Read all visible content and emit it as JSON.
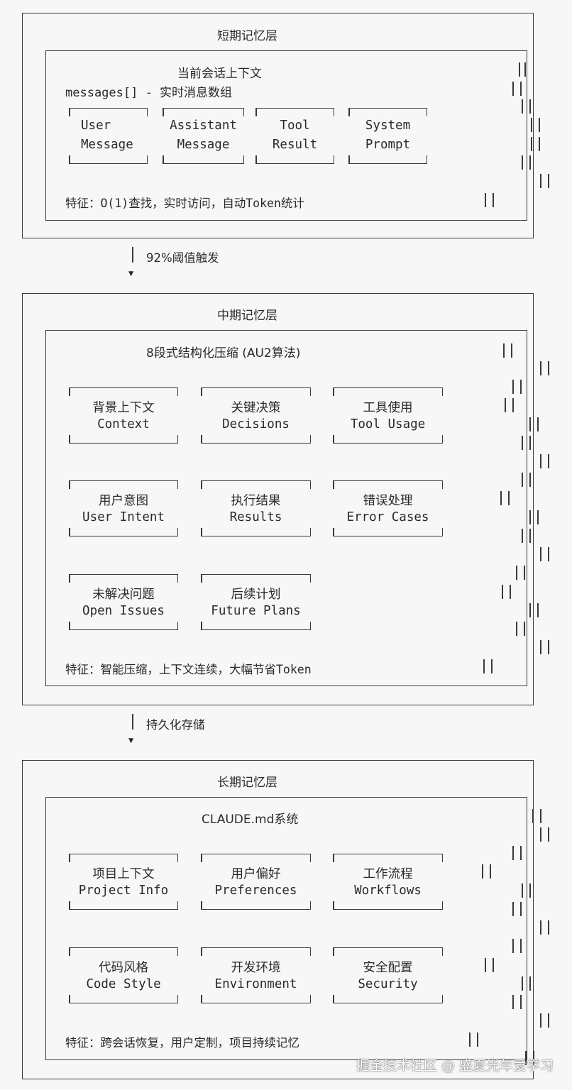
{
  "short_term": {
    "title": "短期记忆层",
    "inner_title": "当前会话上下文",
    "subtitle": "messages[] - 实时消息数组",
    "cards": [
      {
        "line1": "User",
        "line2": "Message"
      },
      {
        "line1": "Assistant",
        "line2": "Message"
      },
      {
        "line1": "Tool",
        "line2": "Result"
      },
      {
        "line1": "System",
        "line2": "Prompt"
      }
    ],
    "feature": "特征：O(1)查找，实时访问，自动Token统计"
  },
  "arrow1": {
    "label": "92%阈值触发",
    "head": "▼"
  },
  "mid_term": {
    "title": "中期记忆层",
    "inner_title": "8段式结构化压缩 (AU2算法)",
    "cards": [
      {
        "line1": "背景上下文",
        "line2": "Context"
      },
      {
        "line1": "关键决策",
        "line2": "Decisions"
      },
      {
        "line1": "工具使用",
        "line2": "Tool Usage"
      },
      {
        "line1": "用户意图",
        "line2": "User Intent"
      },
      {
        "line1": "执行结果",
        "line2": "Results"
      },
      {
        "line1": "错误处理",
        "line2": "Error Cases"
      },
      {
        "line1": "未解决问题",
        "line2": "Open Issues"
      },
      {
        "line1": "后续计划",
        "line2": "Future Plans"
      }
    ],
    "feature": "特征：智能压缩，上下文连续，大幅节省Token"
  },
  "arrow2": {
    "label": "持久化存储",
    "head": "▼"
  },
  "long_term": {
    "title": "长期记忆层",
    "inner_title": "CLAUDE.md系统",
    "cards": [
      {
        "line1": "项目上下文",
        "line2": "Project Info"
      },
      {
        "line1": "用户偏好",
        "line2": "Preferences"
      },
      {
        "line1": "工作流程",
        "line2": "Workflows"
      },
      {
        "line1": "代码风格",
        "line2": "Code Style"
      },
      {
        "line1": "开发环境",
        "line2": "Environment"
      },
      {
        "line1": "安全配置",
        "line2": "Security"
      }
    ],
    "feature": "特征：跨会话恢复，用户定制，项目持续记忆"
  },
  "watermark": "掘金技术社区 @ 盛夏光年爱学习"
}
